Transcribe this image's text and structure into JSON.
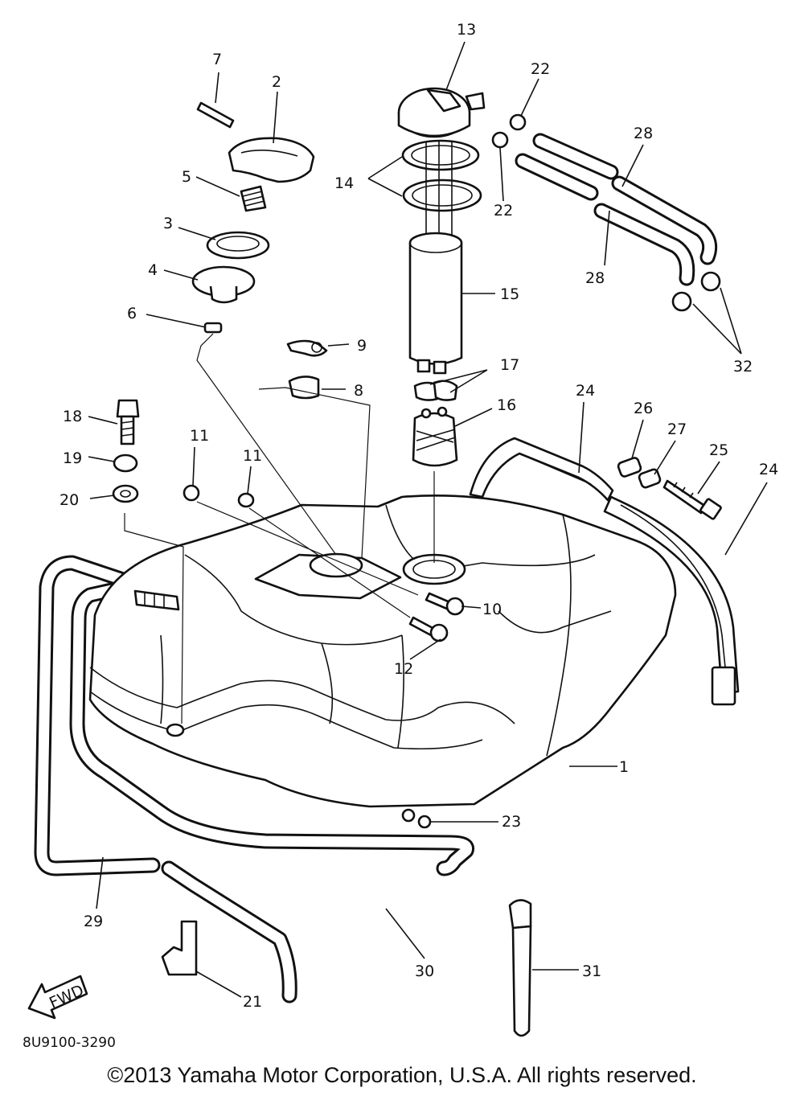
{
  "callouts": [
    {
      "label": "1"
    },
    {
      "label": "2"
    },
    {
      "label": "3"
    },
    {
      "label": "4"
    },
    {
      "label": "5"
    },
    {
      "label": "6"
    },
    {
      "label": "7"
    },
    {
      "label": "8"
    },
    {
      "label": "9"
    },
    {
      "label": "10"
    },
    {
      "label": "11"
    },
    {
      "label": "11"
    },
    {
      "label": "12"
    },
    {
      "label": "13"
    },
    {
      "label": "14"
    },
    {
      "label": "15"
    },
    {
      "label": "16"
    },
    {
      "label": "17"
    },
    {
      "label": "18"
    },
    {
      "label": "19"
    },
    {
      "label": "20"
    },
    {
      "label": "21"
    },
    {
      "label": "22"
    },
    {
      "label": "22"
    },
    {
      "label": "23"
    },
    {
      "label": "24"
    },
    {
      "label": "24"
    },
    {
      "label": "25"
    },
    {
      "label": "26"
    },
    {
      "label": "27"
    },
    {
      "label": "28"
    },
    {
      "label": "28"
    },
    {
      "label": "29"
    },
    {
      "label": "30"
    },
    {
      "label": "31"
    },
    {
      "label": "32"
    }
  ],
  "fwd_label": "FWD",
  "diagram_code": "8U9100-3290",
  "copyright": "©2013 Yamaha Motor Corporation, U.S.A. All rights reserved."
}
